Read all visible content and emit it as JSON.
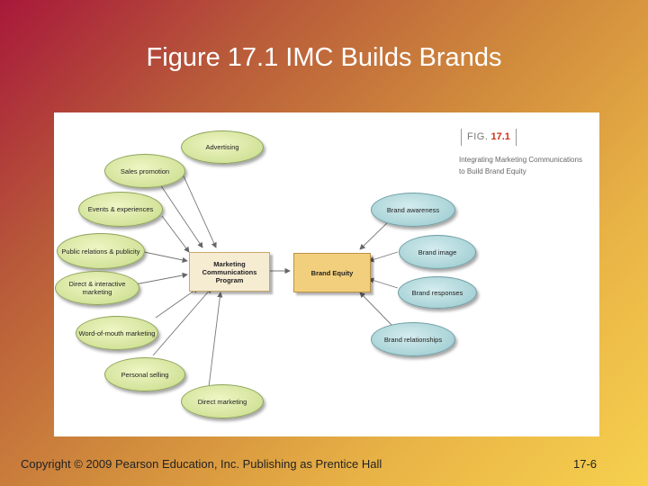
{
  "slide": {
    "title": "Figure 17.1 IMC Builds Brands",
    "copyright": "Copyright © 2009 Pearson Education, Inc. Publishing as Prentice Hall",
    "page_number": "17-6"
  },
  "figure": {
    "label_prefix": "FIG.",
    "label_number": "17.1",
    "caption_line1": "Integrating Marketing Communications",
    "caption_line2": "to Build Brand Equity"
  },
  "center": {
    "program": "Marketing Communications Program",
    "equity": "Brand Equity"
  },
  "inputs": [
    "Advertising",
    "Sales promotion",
    "Events & experiences",
    "Public relations & publicity",
    "Direct & interactive marketing",
    "Word-of-mouth marketing",
    "Personal selling",
    "Direct marketing"
  ],
  "outputs": [
    "Brand awareness",
    "Brand image",
    "Brand responses",
    "Brand relationships"
  ],
  "colors": {
    "input_node": "#d2e39a",
    "output_node": "#a9d3d7",
    "program_box": "#f6ecd2",
    "equity_box": "#f2cf7c",
    "figure_number": "#d0301a"
  }
}
